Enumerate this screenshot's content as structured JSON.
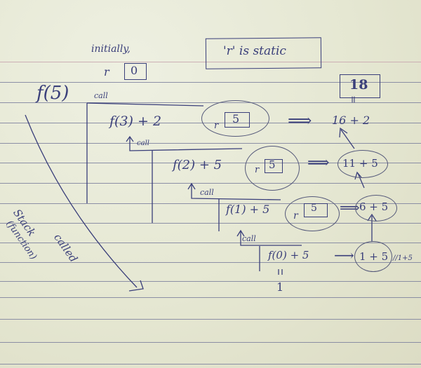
{
  "diagram": {
    "title_box": "'r' is static",
    "initial": {
      "label": "initially,",
      "var": "r",
      "value": "0"
    },
    "root_call": "f(5)",
    "call_label": "call",
    "frames": [
      {
        "expr": "f(3) + 2",
        "r_label": "r",
        "r_value": "5",
        "arrow": "⟹",
        "result": "16 + 2"
      },
      {
        "expr": "f(2) + 5",
        "r_label": "r",
        "r_value": "5",
        "arrow": "⟹",
        "result": "11 + 5"
      },
      {
        "expr": "f(1) + 5",
        "r_label": "r",
        "r_value": "5",
        "arrow": "⟹",
        "result": "6 + 5"
      },
      {
        "expr": "f(0) + 5",
        "arrow": "⟶",
        "result": "1 + 5",
        "note": "//1+5"
      }
    ],
    "base_case": {
      "equals": "=",
      "value": "1"
    },
    "final_result": {
      "value": "18",
      "equals": "="
    },
    "side_note": {
      "line1": "Stack",
      "line2": "called",
      "line3": "(function)"
    }
  }
}
